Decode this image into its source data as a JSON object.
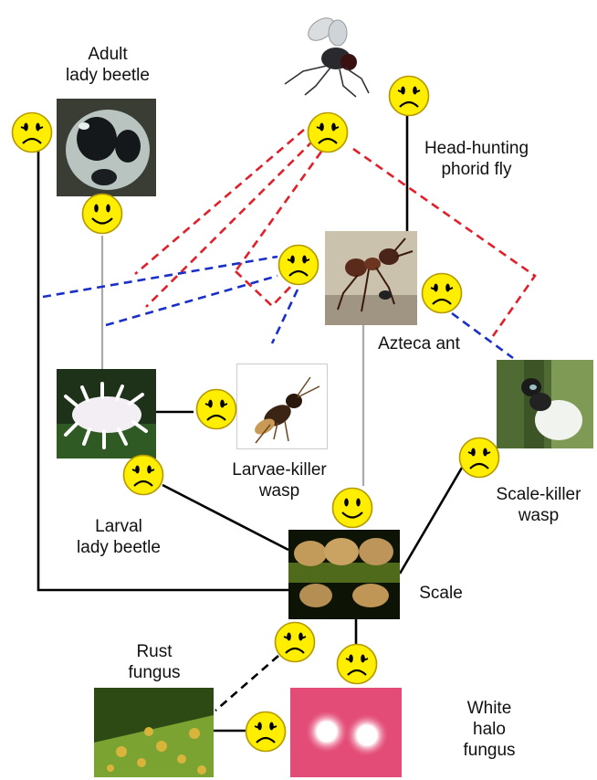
{
  "organisms": {
    "adult_lady_beetle": [
      "Adult",
      "lady beetle"
    ],
    "phorid_fly": [
      "Head-hunting",
      "phorid fly"
    ],
    "azteca_ant": "Azteca ant",
    "larvae_killer_wasp": [
      "Larvae-killer",
      "wasp"
    ],
    "larval_lady_beetle": [
      "Larval",
      "lady beetle"
    ],
    "scale_killer_wasp": [
      "Scale-killer",
      "wasp"
    ],
    "scale": "Scale",
    "rust_fungus": [
      "Rust",
      "fungus"
    ],
    "white_halo_fungus": [
      "White",
      "halo",
      "fungus"
    ]
  },
  "icons": {
    "happy": "happy-face-icon",
    "sad": "sad-face-icon",
    "fly": "phorid-fly-icon"
  },
  "colors": {
    "face_fill": "#ffee00",
    "face_stroke": "#b59a00",
    "solid_link": "#000000",
    "neutral_link": "#aaaaaa",
    "red_dashed_link": "#e0202a",
    "blue_dashed_link": "#1a2fc8"
  }
}
